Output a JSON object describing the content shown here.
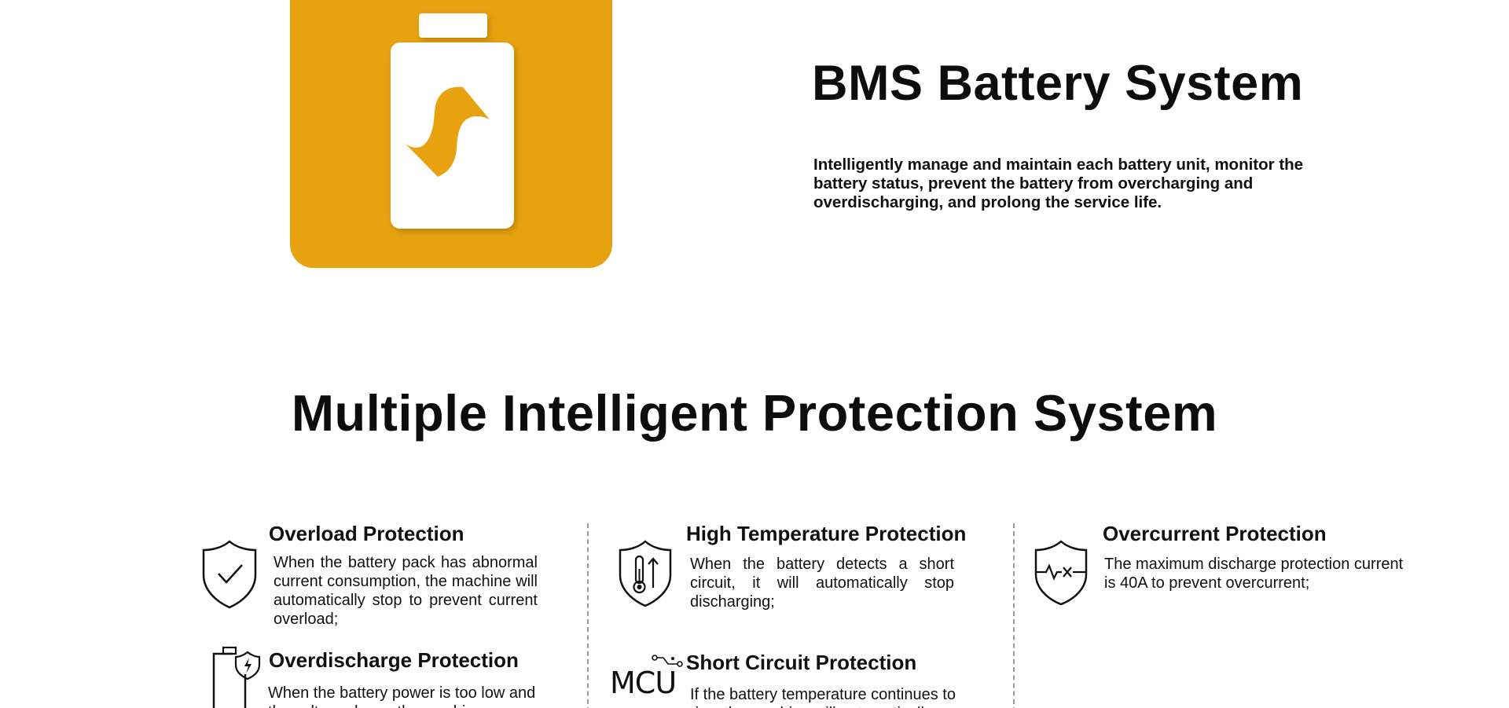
{
  "hero": {
    "icon": "battery-swirl-icon",
    "accent_color": "#E8A20F",
    "title": "BMS Battery System",
    "description": "Intelligently manage and maintain each battery unit, monitor the battery status, prevent the battery from overcharging and overdischarging, and prolong the service life."
  },
  "section": {
    "title": "Multiple Intelligent Protection System"
  },
  "features": {
    "overload": {
      "icon": "shield-check-icon",
      "title": "Overload Protection",
      "description": "When the battery pack has abnormal current consumption, the machine will automatically stop to prevent current overload;"
    },
    "high_temperature": {
      "icon": "shield-thermometer-icon",
      "title": "High Temperature Protection",
      "description": "When the battery detects a short circuit, it will automatically stop discharging;"
    },
    "overcurrent": {
      "icon": "shield-pulse-icon",
      "title": "Overcurrent Protection",
      "description": "The maximum discharge protection current is 40A to prevent overcurrent;"
    },
    "overdischarge": {
      "icon": "battery-shield-bolt-icon",
      "title": "Overdischarge Protection",
      "description": "When the battery power is too low and the voltage drops, the machine"
    },
    "short_circuit": {
      "icon": "mcu-chip-icon",
      "icon_text": "MCU",
      "title": "Short Circuit Protection",
      "description": "If the battery temperature continues to rise, the machine will automatically"
    }
  }
}
